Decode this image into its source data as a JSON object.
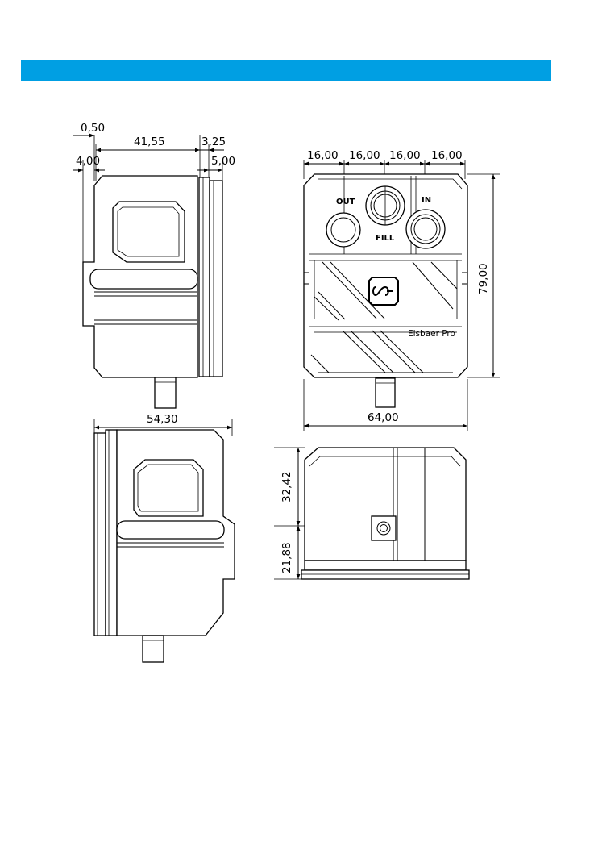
{
  "header": {
    "bar_color": "#009fe3"
  },
  "side_view_top": {
    "dims": {
      "d0_50": "0,50",
      "d41_55": "41,55",
      "d3_25": "3,25",
      "d4_00": "4,00",
      "d5_00": "5,00"
    }
  },
  "side_view_bottom": {
    "dims": {
      "d54_30": "54,30"
    }
  },
  "front_view": {
    "dims": {
      "d16a": "16,00",
      "d16b": "16,00",
      "d16c": "16,00",
      "d16d": "16,00",
      "d79_00": "79,00",
      "d64_00": "64,00"
    },
    "labels": {
      "out": "OUT",
      "in": "IN",
      "fill": "FILL",
      "brand": "Eisbaer Pro"
    }
  },
  "bottom_view": {
    "dims": {
      "d32_42": "32,42",
      "d21_88": "21,88"
    }
  }
}
